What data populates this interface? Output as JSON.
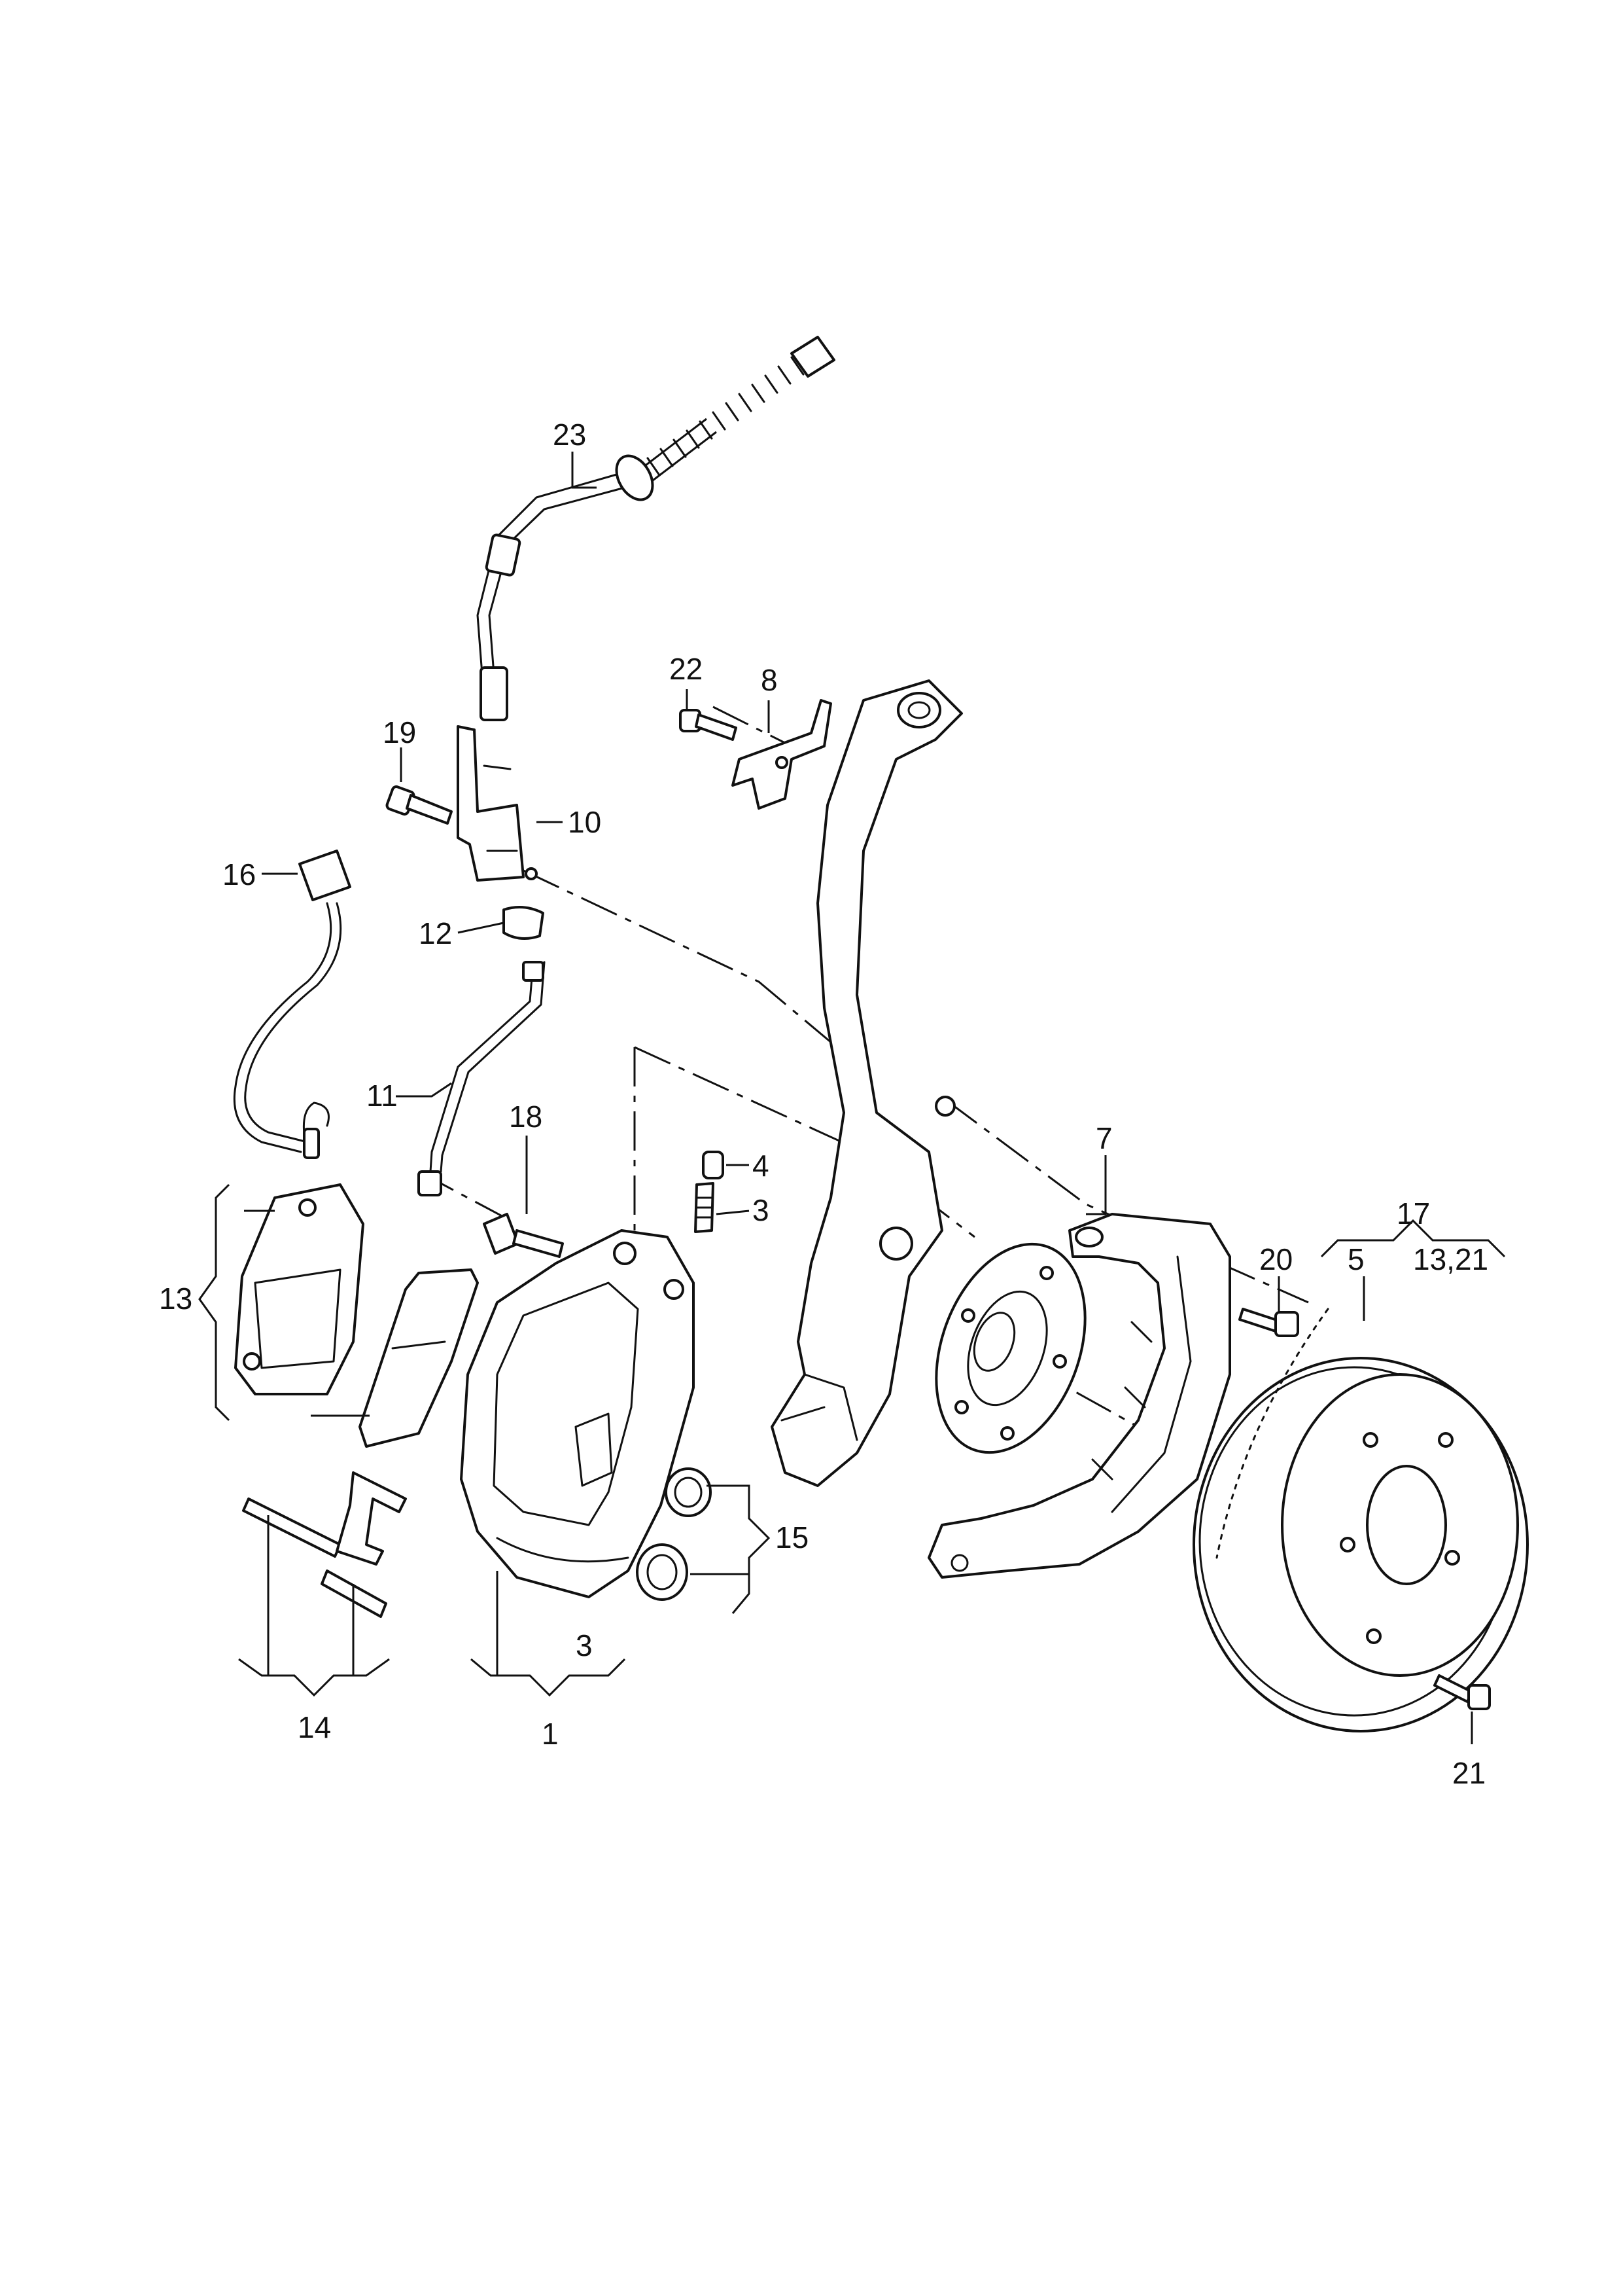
{
  "callouts": {
    "c1": "1",
    "c3a": "3",
    "c3b": "3",
    "c4": "4",
    "c5": "5",
    "c7": "7",
    "c8": "8",
    "c10": "10",
    "c11": "11",
    "c12": "12",
    "c13a": "13",
    "c13_21": "13,21",
    "c14": "14",
    "c15": "15",
    "c16": "16",
    "c17": "17",
    "c18": "18",
    "c19": "19",
    "c20": "20",
    "c21": "21",
    "c22": "22",
    "c23": "23"
  }
}
